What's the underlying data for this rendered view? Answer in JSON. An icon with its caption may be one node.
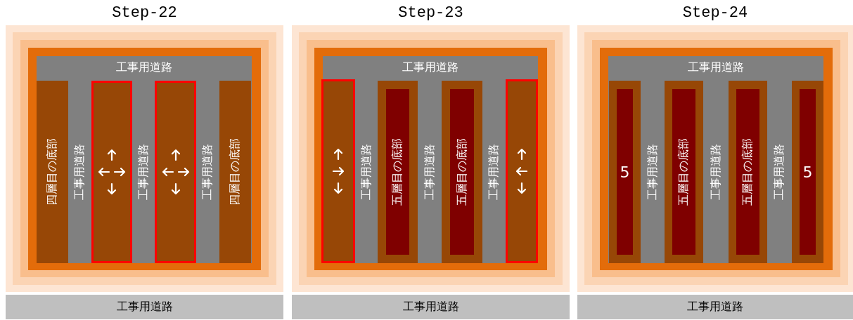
{
  "diagram": {
    "nodes": [
      {
        "text": [
          "Step-22"
        ]
      },
      {
        "text": [
          "工事用道路"
        ],
        "in": 0
      },
      {
        "text": [
          "四層目の底部"
        ],
        "in": 0
      },
      {
        "text": [
          "工事用道路"
        ],
        "in": 0
      },
      {
        "text": [],
        "shape": "box",
        "in": 0
      },
      {
        "text": [
          "工事用道路"
        ],
        "in": 0
      },
      {
        "text": [],
        "shape": "box",
        "in": 0
      },
      {
        "text": [
          "工事用道路"
        ],
        "in": 0
      },
      {
        "text": [
          "四層目の底部"
        ],
        "in": 0
      },
      {
        "text": [
          "工事用道路"
        ]
      },
      {
        "text": [
          "Step-23"
        ]
      },
      {
        "text": [
          "工事用道路"
        ],
        "in": 10
      },
      {
        "text": [],
        "shape": "box",
        "in": 10
      },
      {
        "text": [
          "工事用道路"
        ],
        "in": 10
      },
      {
        "text": [],
        "shape": "box",
        "in": 10
      },
      {
        "text": [
          "五層目の底部"
        ],
        "in": 14
      },
      {
        "text": [
          "工事用道路"
        ],
        "in": 10
      },
      {
        "text": [],
        "shape": "box",
        "in": 10
      },
      {
        "text": [
          "五層目の底部"
        ],
        "in": 17
      },
      {
        "text": [
          "工事用道路"
        ],
        "in": 10
      },
      {
        "text": [],
        "shape": "box",
        "in": 10
      },
      {
        "text": [
          "工事用道路"
        ]
      },
      {
        "text": [
          "Step-24"
        ]
      },
      {
        "text": [
          "工事用道路"
        ],
        "in": 22
      },
      {
        "text": [],
        "shape": "box",
        "in": 22
      },
      {
        "text": [
          "5"
        ],
        "in": 24
      },
      {
        "text": [
          "工事用道路"
        ],
        "in": 22
      },
      {
        "text": [],
        "shape": "box",
        "in": 22
      },
      {
        "text": [
          "五層目の底部"
        ],
        "in": 27
      },
      {
        "text": [
          "工事用道路"
        ],
        "in": 22
      },
      {
        "text": [],
        "shape": "box",
        "in": 22
      },
      {
        "text": [
          "五層目の底部"
        ],
        "in": 30
      },
      {
        "text": [
          "工事用道路"
        ],
        "in": 22
      },
      {
        "text": [],
        "shape": "box",
        "in": 22
      },
      {
        "text": [
          "5"
        ],
        "in": 33
      },
      {
        "text": [
          "工事用道路"
        ]
      }
    ]
  }
}
